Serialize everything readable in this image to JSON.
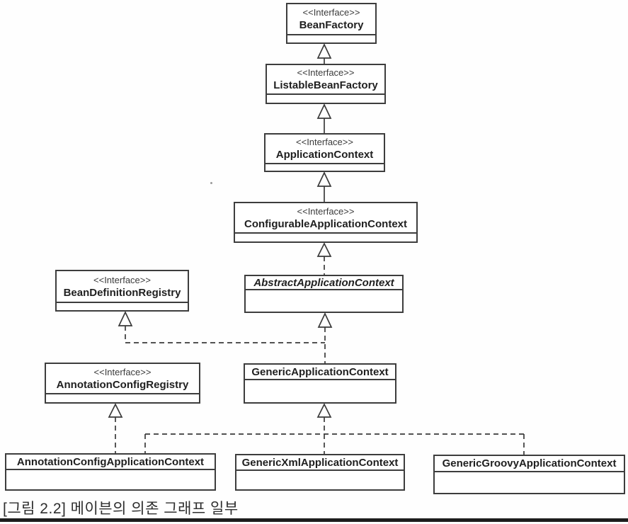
{
  "diagram": {
    "caption": "[그림 2.2] 메이븐의 의존 그래프 일부",
    "classes": [
      {
        "id": "bean-factory",
        "stereotype": "<<Interface>>",
        "name": "BeanFactory",
        "kind": "interface"
      },
      {
        "id": "listable-bean-factory",
        "stereotype": "<<Interface>>",
        "name": "ListableBeanFactory",
        "kind": "interface"
      },
      {
        "id": "application-context",
        "stereotype": "<<Interface>>",
        "name": "ApplicationContext",
        "kind": "interface"
      },
      {
        "id": "configurable-application-context",
        "stereotype": "<<Interface>>",
        "name": "ConfigurableApplicationContext",
        "kind": "interface"
      },
      {
        "id": "bean-definition-registry",
        "stereotype": "<<Interface>>",
        "name": "BeanDefinitionRegistry",
        "kind": "interface"
      },
      {
        "id": "abstract-application-context",
        "stereotype": "",
        "name": "AbstractApplicationContext",
        "kind": "abstract-class"
      },
      {
        "id": "annotation-config-registry",
        "stereotype": "<<Interface>>",
        "name": "AnnotationConfigRegistry",
        "kind": "interface"
      },
      {
        "id": "generic-application-context",
        "stereotype": "",
        "name": "GenericApplicationContext",
        "kind": "class"
      },
      {
        "id": "annotation-config-application-context",
        "stereotype": "",
        "name": "AnnotationConfigApplicationContext",
        "kind": "class"
      },
      {
        "id": "generic-xml-application-context",
        "stereotype": "",
        "name": "GenericXmlApplicationContext",
        "kind": "class"
      },
      {
        "id": "generic-groovy-application-context",
        "stereotype": "",
        "name": "GenericGroovyApplicationContext",
        "kind": "class"
      }
    ],
    "relations": [
      {
        "from": "ListableBeanFactory",
        "to": "BeanFactory",
        "type": "generalization",
        "line": "solid"
      },
      {
        "from": "ApplicationContext",
        "to": "ListableBeanFactory",
        "type": "generalization",
        "line": "solid"
      },
      {
        "from": "ConfigurableApplicationContext",
        "to": "ApplicationContext",
        "type": "generalization",
        "line": "solid"
      },
      {
        "from": "AbstractApplicationContext",
        "to": "ConfigurableApplicationContext",
        "type": "realization",
        "line": "dashed"
      },
      {
        "from": "GenericApplicationContext",
        "to": "BeanDefinitionRegistry",
        "type": "realization",
        "line": "dashed"
      },
      {
        "from": "GenericApplicationContext",
        "to": "AbstractApplicationContext",
        "type": "generalization",
        "line": "dashed"
      },
      {
        "from": "AnnotationConfigApplicationContext",
        "to": "AnnotationConfigRegistry",
        "type": "realization",
        "line": "dashed"
      },
      {
        "from": "AnnotationConfigApplicationContext",
        "to": "GenericApplicationContext",
        "type": "generalization",
        "line": "dashed"
      },
      {
        "from": "GenericXmlApplicationContext",
        "to": "GenericApplicationContext",
        "type": "generalization",
        "line": "dashed"
      },
      {
        "from": "GenericGroovyApplicationContext",
        "to": "GenericApplicationContext",
        "type": "generalization",
        "line": "dashed"
      }
    ],
    "colors": {
      "line": "#3a3a3a",
      "box_border": "#3d3d3d",
      "text": "#1f1f1f",
      "bottom_rule": "#1d1d1d"
    }
  }
}
